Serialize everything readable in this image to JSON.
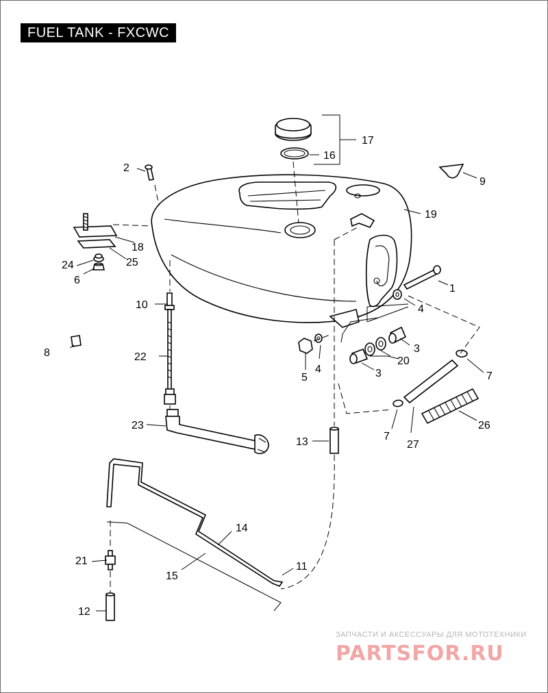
{
  "title": "FUEL TANK - FXCWC",
  "callouts": {
    "c1": "1",
    "c2": "2",
    "c3a": "3",
    "c3b": "3",
    "c4a": "4",
    "c4b": "4",
    "c5": "5",
    "c6": "6",
    "c7a": "7",
    "c7b": "7",
    "c8": "8",
    "c9": "9",
    "c10": "10",
    "c11": "11",
    "c12": "12",
    "c13": "13",
    "c14": "14",
    "c15": "15",
    "c16": "16",
    "c17": "17",
    "c18": "18",
    "c19": "19",
    "c20": "20",
    "c21": "21",
    "c22": "22",
    "c23": "23",
    "c24": "24",
    "c25": "25",
    "c26": "26",
    "c27": "27"
  },
  "watermark": {
    "tagline": "ЗАПЧАСТИ И АКСЕССУАРЫ ДЛЯ МОТОТЕХНИКИ",
    "logo": "PARTSFOR.RU",
    "logo_color": "#f2a6a6"
  }
}
